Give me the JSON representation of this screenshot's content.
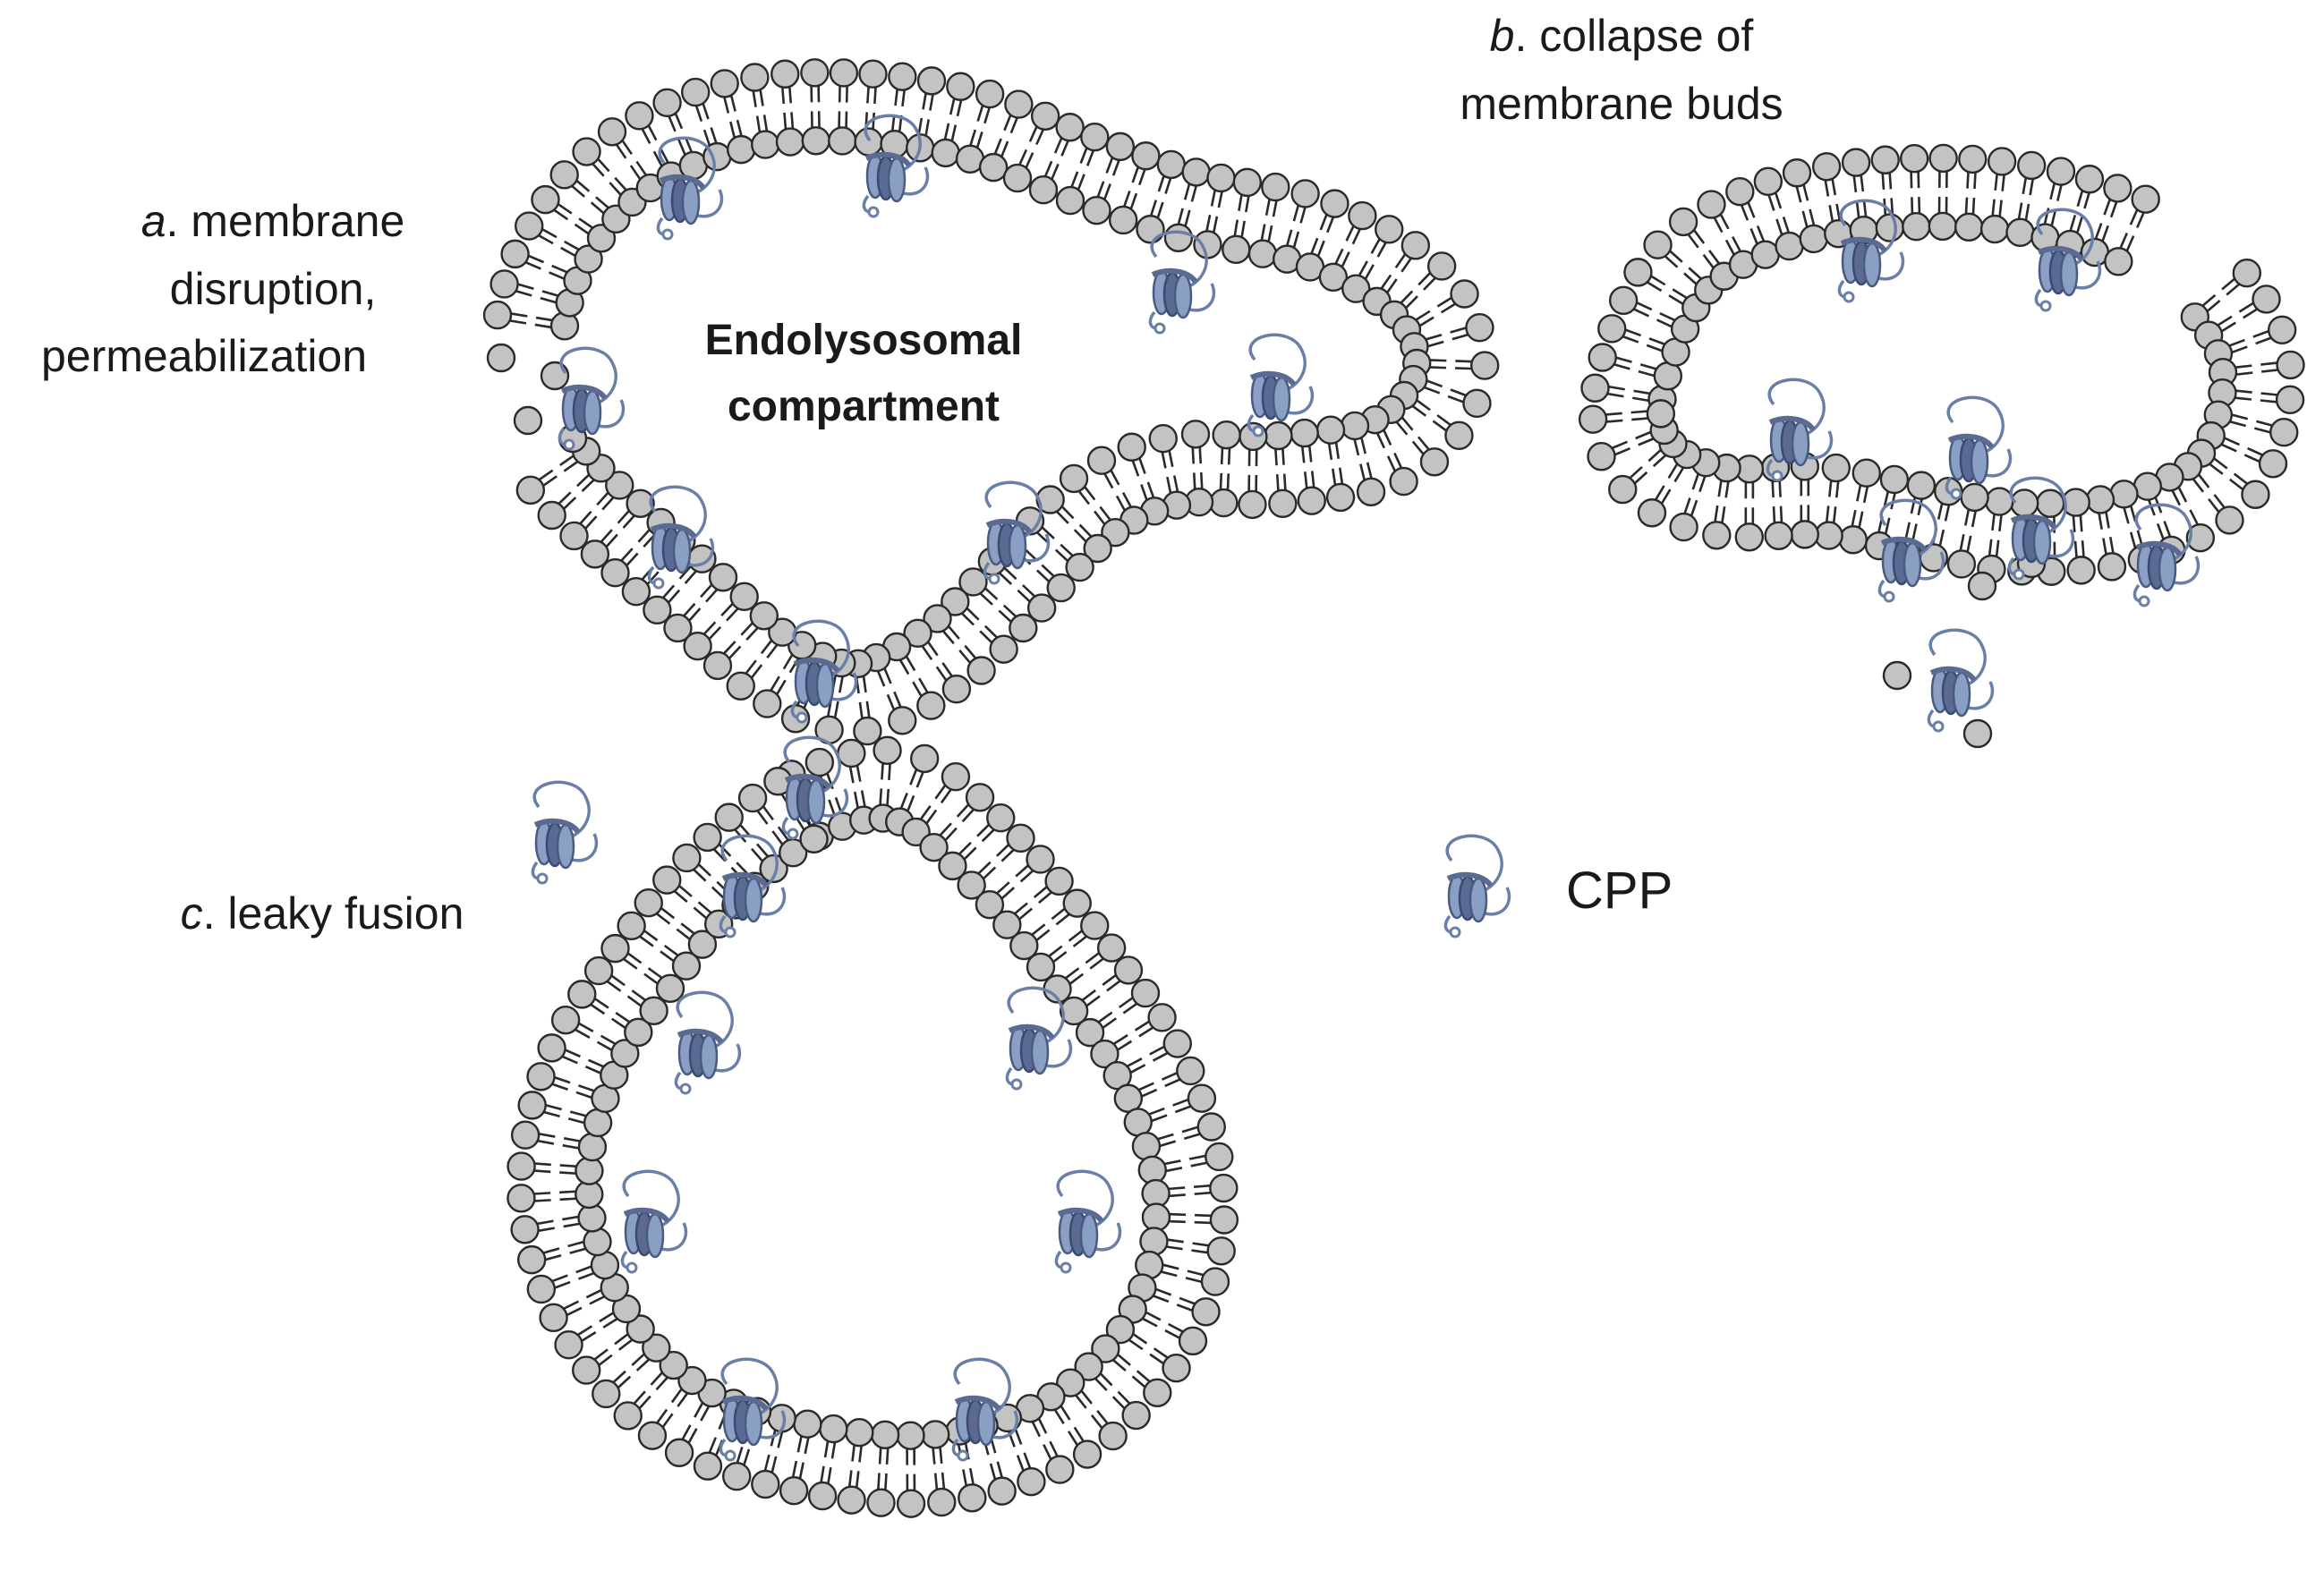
{
  "labels": {
    "a_letter": "a",
    "a_line1": ". membrane",
    "a_line2": "disruption,",
    "a_line3": "permeabilization",
    "b_letter": "b",
    "b_line1": ". collapse of",
    "b_line2": "membrane buds",
    "c_letter": "c",
    "c_line1": ". leaky fusion",
    "compartment_line1": "Endolysosomal",
    "compartment_line2": "compartment",
    "legend": "CPP"
  },
  "colors": {
    "lipid_head": "#c3c3c3",
    "lipid_outline": "#2a2a2a",
    "protein_light": "#8a9fc4",
    "protein_dark": "#5a6a92",
    "protein_line": "#6a7fa8"
  }
}
